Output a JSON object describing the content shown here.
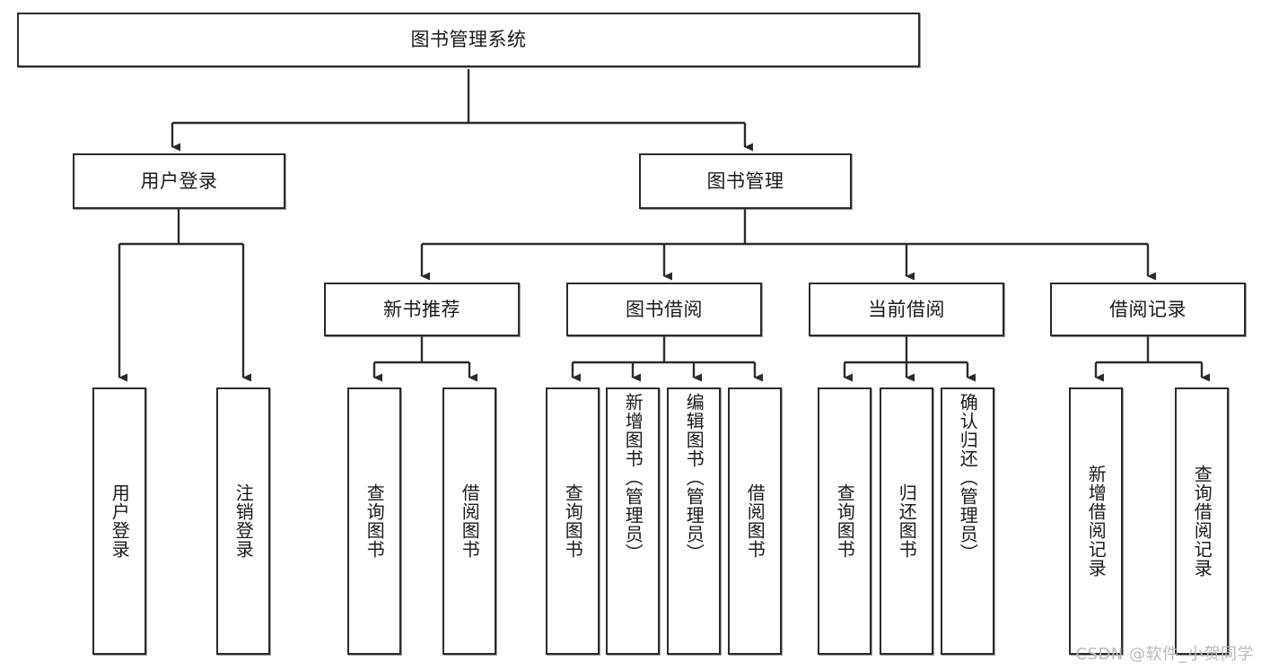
{
  "diagram": {
    "title": "图书管理系统",
    "type": "tree",
    "root": {
      "id": "root",
      "label": "图书管理系统"
    },
    "level2": [
      {
        "id": "user-login",
        "label": "用户登录"
      },
      {
        "id": "book-manage",
        "label": "图书管理"
      }
    ],
    "level3": [
      {
        "id": "new-book-recommend",
        "label": "新书推荐",
        "parent": "book-manage"
      },
      {
        "id": "book-borrow",
        "label": "图书借阅",
        "parent": "book-manage"
      },
      {
        "id": "current-borrow",
        "label": "当前借阅",
        "parent": "book-manage"
      },
      {
        "id": "borrow-record",
        "label": "借阅记录",
        "parent": "book-manage"
      }
    ],
    "leaves": [
      {
        "id": "leaf-user-login",
        "label": "用户登录",
        "parent": "user-login"
      },
      {
        "id": "leaf-user-logout",
        "label": "注销登录",
        "parent": "user-login"
      },
      {
        "id": "leaf-query-book-1",
        "label": "查询图书",
        "parent": "new-book-recommend"
      },
      {
        "id": "leaf-borrow-book-1",
        "label": "借阅图书",
        "parent": "new-book-recommend"
      },
      {
        "id": "leaf-query-book-2",
        "label": "查询图书",
        "parent": "book-borrow"
      },
      {
        "id": "leaf-add-book",
        "label": "新增图书（管理员）",
        "parent": "book-borrow"
      },
      {
        "id": "leaf-edit-book",
        "label": "编辑图书（管理员）",
        "parent": "book-borrow"
      },
      {
        "id": "leaf-borrow-book-2",
        "label": "借阅图书",
        "parent": "book-borrow"
      },
      {
        "id": "leaf-query-book-3",
        "label": "查询图书",
        "parent": "current-borrow"
      },
      {
        "id": "leaf-return-book",
        "label": "归还图书",
        "parent": "current-borrow"
      },
      {
        "id": "leaf-confirm-return",
        "label": "确认归还（管理员）",
        "parent": "current-borrow"
      },
      {
        "id": "leaf-add-record",
        "label": "新增借阅记录",
        "parent": "borrow-record"
      },
      {
        "id": "leaf-query-record",
        "label": "查询借阅记录",
        "parent": "borrow-record"
      }
    ]
  },
  "watermark": {
    "text": "CSDN @软件_小贺同学"
  },
  "colors": {
    "border": "#2b2b2b",
    "background": "#ffffff",
    "text": "#1a1a1a",
    "watermark": "#b9b9b9"
  }
}
